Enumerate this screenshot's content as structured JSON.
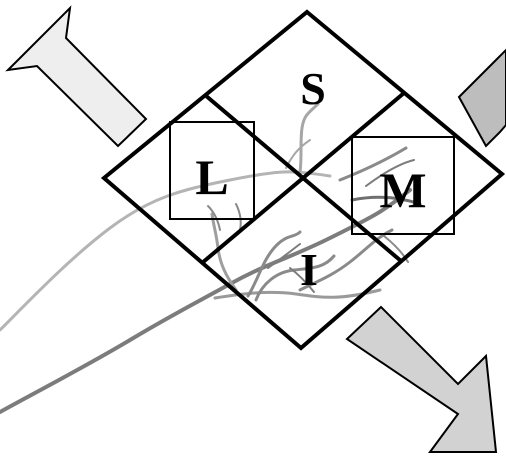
{
  "diagram": {
    "quadrant_labels": {
      "top": "S",
      "left": "L",
      "right": "M",
      "bottom": "I"
    },
    "colors": {
      "outline": "#000000",
      "arrow_light_fill": "#eeeeee",
      "arrow_dark_fill": "#bdbdbd",
      "root_branch_light": "#b4b4b4",
      "root_branch_dark": "#7c7c7c",
      "background": "#ffffff"
    },
    "icons": {
      "arrow_up_left": "arrow-up-left-icon",
      "arrow_up_right": "arrow-up-right-icon",
      "arrow_down_right": "arrow-down-right-icon"
    }
  }
}
